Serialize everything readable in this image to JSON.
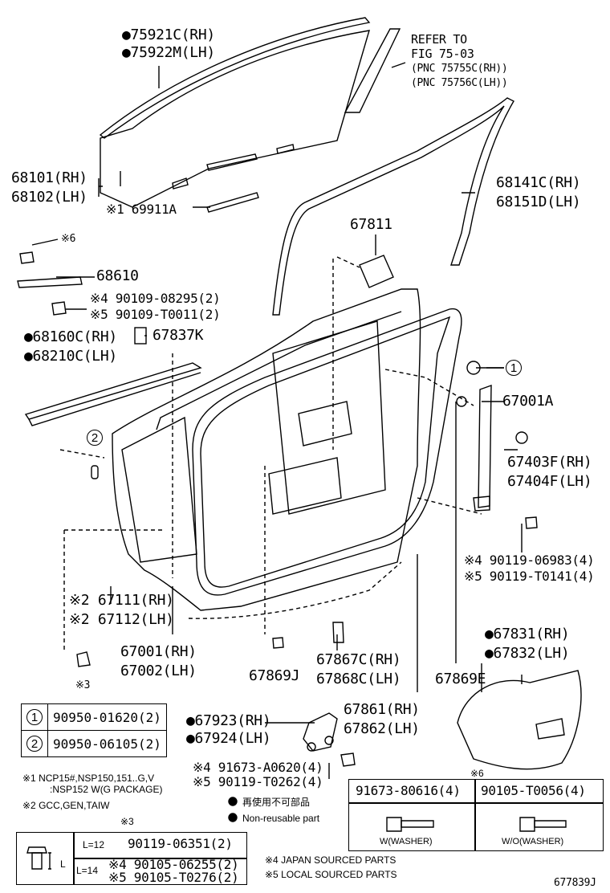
{
  "diagram_id": "677839J",
  "labels": {
    "p75921": "●75921C(RH)",
    "p75922": "●75922M(LH)",
    "refer1": "REFER TO",
    "refer2": "FIG 75-03",
    "refer3": "(PNC 75755C(RH))",
    "refer4": "(PNC 75756C(LH))",
    "p68101": "68101(RH)",
    "p68102": "68102(LH)",
    "p69911": "※1 69911A",
    "p68141": "68141C(RH)",
    "p68151": "68151D(LH)",
    "p67811": "67811",
    "n6a": "※6",
    "p68610": "68610",
    "p90109a": "※4 90109-08295(2)",
    "p90109b": "※5 90109-T0011(2)",
    "p68160": "●68160C(RH)",
    "p68210": "●68210C(LH)",
    "p67837": "67837K",
    "c1": "1",
    "c2": "2",
    "p67001a": "67001A",
    "p67403": "67403F(RH)",
    "p67404": "67404F(LH)",
    "p90119a": "※4 90119-06983(4)",
    "p90119b": "※5 90119-T0141(4)",
    "p67111": "※2 67111(RH)",
    "p67112": "※2 67112(LH)",
    "p67001": "67001(RH)",
    "p67002": "67002(LH)",
    "p67831": "●67831(RH)",
    "p67832": "●67832(LH)",
    "n3a": "※3",
    "p67869j": "67869J",
    "p67867": "67867C(RH)",
    "p67868": "67868C(LH)",
    "p67869e": "67869E",
    "p67861": "67861(RH)",
    "p67862": "67862(LH)",
    "p67923": "●67923(RH)",
    "p67924": "●67924(LH)",
    "p91673a": "※4 91673-A0620(4)",
    "p90119c": "※5 90119-T0262(4)"
  },
  "circled_table": [
    {
      "num": "1",
      "part": "90950-01620(2)"
    },
    {
      "num": "2",
      "part": "90950-06105(2)"
    }
  ],
  "notes": {
    "n1a": "※1 NCP15#,NSP150,151..G,V",
    "n1b": ":NSP152 W(G PACKAGE)",
    "n2": "※2 GCC,GEN,TAIW",
    "nonreuse_jp": "再使用不可部品",
    "nonreuse_en": "Non-reusable part",
    "n3": "※3",
    "n6": "※6",
    "n4": "※4 JAPAN SOURCED PARTS",
    "n5": "※5 LOCAL SOURCED PARTS"
  },
  "bolt_table": {
    "l_label": "L",
    "rows": [
      {
        "len": "L=12",
        "part": "90119-06351(2)"
      },
      {
        "len": "L=14",
        "part_a": "※4 90105-06255(2)",
        "part_b": "※5 90105-T0276(2)"
      }
    ]
  },
  "washer_table": {
    "cols": [
      {
        "part": "91673-80616(4)",
        "caption": "W(WASHER)"
      },
      {
        "part": "90105-T0056(4)",
        "caption": "W/O(WASHER)"
      }
    ]
  }
}
